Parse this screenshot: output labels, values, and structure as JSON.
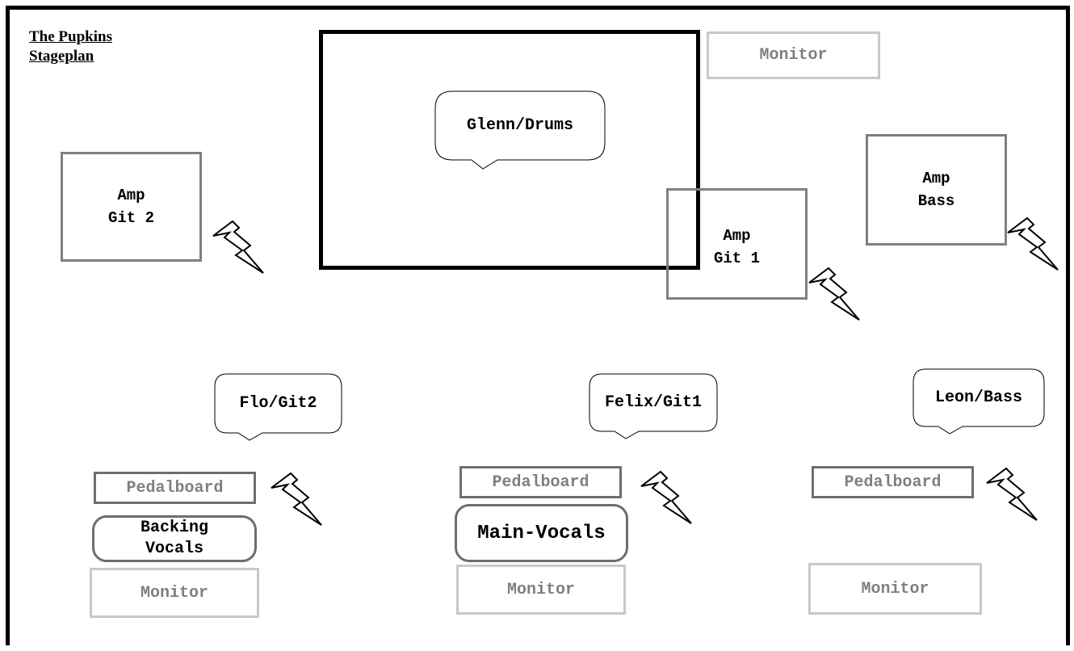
{
  "title": {
    "line1": "The Pupkins",
    "line2": "Stageplan"
  },
  "musicians": {
    "drums": "Glenn/Drums",
    "git2": "Flo/Git2",
    "git1": "Felix/Git1",
    "bass": "Leon/Bass"
  },
  "amps": {
    "git2": "Amp\nGit 2",
    "git1": "Amp\nGit 1",
    "bass": "Amp\nBass"
  },
  "monitors": {
    "drums": "Monitor",
    "left": "Monitor",
    "center": "Monitor",
    "right": "Monitor"
  },
  "pedalboards": {
    "left": "Pedalboard",
    "center": "Pedalboard",
    "right": "Pedalboard"
  },
  "vocals": {
    "backing": "Backing\nVocals",
    "main": "Main-Vocals"
  },
  "icons": {
    "power": "lightning-bolt-icon"
  },
  "colors": {
    "frame": "#000000",
    "amp_border": "#7f7f7f",
    "monitor_border": "#c8c8c8",
    "label_gray": "#7f7f7f"
  }
}
